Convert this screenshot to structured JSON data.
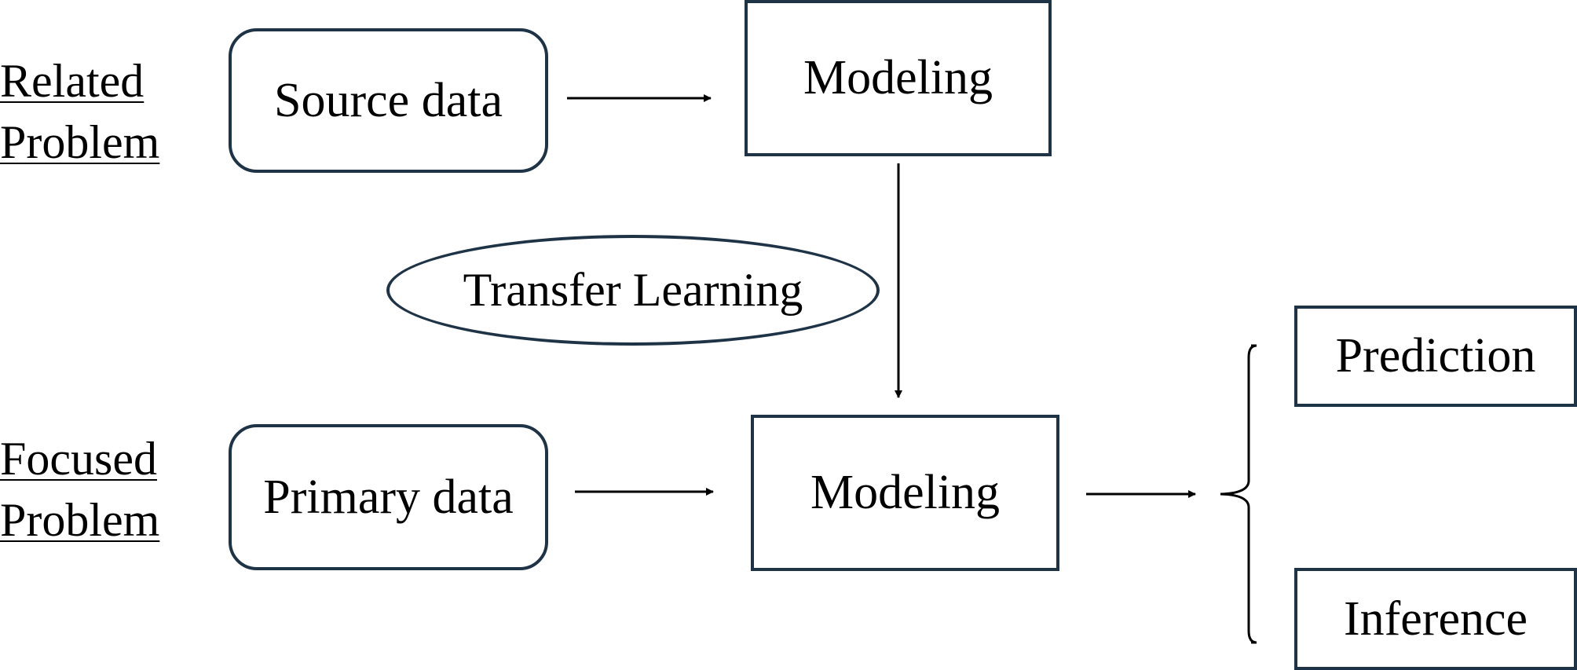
{
  "labels": {
    "related": [
      "Related",
      "Problem"
    ],
    "focused": [
      "Focused",
      "Problem"
    ]
  },
  "nodes": {
    "source_data": "Source data",
    "modeling_top": "Modeling",
    "transfer_learning": "Transfer Learning",
    "primary_data": "Primary data",
    "modeling_bottom": "Modeling",
    "prediction": "Prediction",
    "inference": "Inference"
  },
  "colors": {
    "border": "#1f3346",
    "arrow": "#000000"
  }
}
